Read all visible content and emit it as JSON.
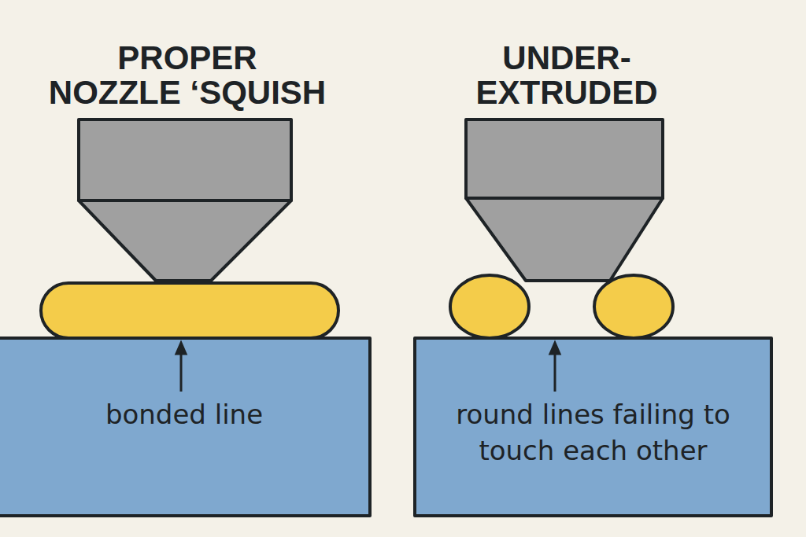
{
  "diagram": {
    "nodes": [
      {
        "text": [
          "bonded line"
        ]
      },
      {
        "text": [
          "round lines failing to touch each other"
        ]
      }
    ],
    "labels": [
      "PROPER",
      "NOZZLE ‘SQUISH",
      "UNDER-",
      "EXTRUDED"
    ]
  }
}
